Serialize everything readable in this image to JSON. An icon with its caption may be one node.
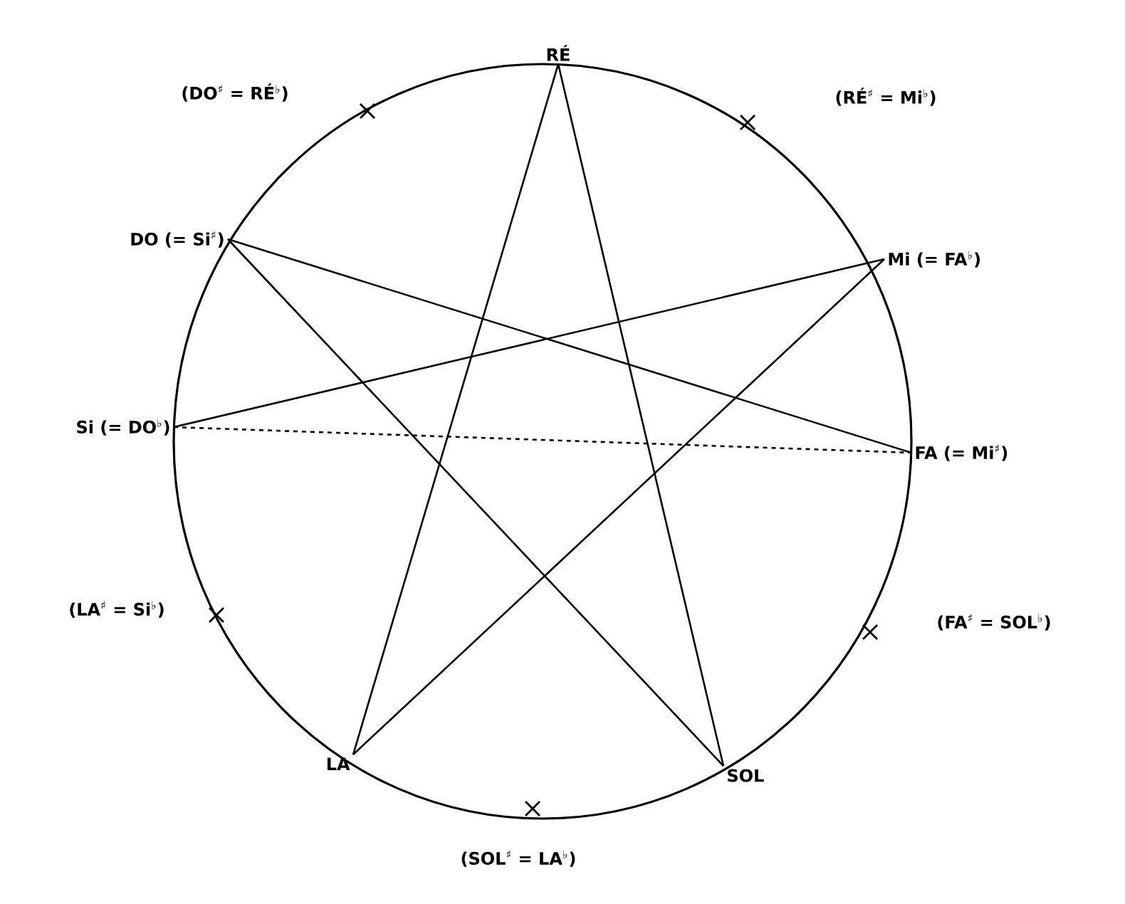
{
  "diagram": {
    "nodes": [
      {
        "text": [
          "RÉ"
        ]
      },
      {
        "text": [
          "Mi (= FA$^{♭}$)"
        ]
      },
      {
        "text": [
          "FA (= Mi$^{♯}$)"
        ]
      },
      {
        "text": [
          "SOL"
        ]
      },
      {
        "text": [
          "LA"
        ]
      },
      {
        "text": [
          "Si (= DO$^{♭}$)"
        ]
      },
      {
        "text": [
          "DO (= Si$^{♯}$)"
        ]
      }
    ],
    "edges": [
      {
        "from": 0,
        "to": 3,
        "arrow": "none"
      },
      {
        "from": 0,
        "to": 4,
        "arrow": "none"
      },
      {
        "from": 4,
        "to": 1,
        "arrow": "none"
      },
      {
        "from": 1,
        "to": 5,
        "arrow": "none"
      },
      {
        "from": 5,
        "to": 2,
        "arrow": "none",
        "style": "dashed"
      },
      {
        "from": 2,
        "to": 6,
        "arrow": "none"
      },
      {
        "from": 6,
        "to": 3,
        "arrow": "none"
      }
    ],
    "labels": [
      "(DO$^{♯}$ = RÉ$^{♭}$)",
      "(RÉ$^{♯}$ = Mi$^{♭}$)",
      "(LA$^{♯}$ = Si$^{♭}$)",
      "(FA$^{♯}$ = SOL$^{♭}$)",
      "(SOL$^{♯}$ = LA$^{♭}$)"
    ]
  }
}
